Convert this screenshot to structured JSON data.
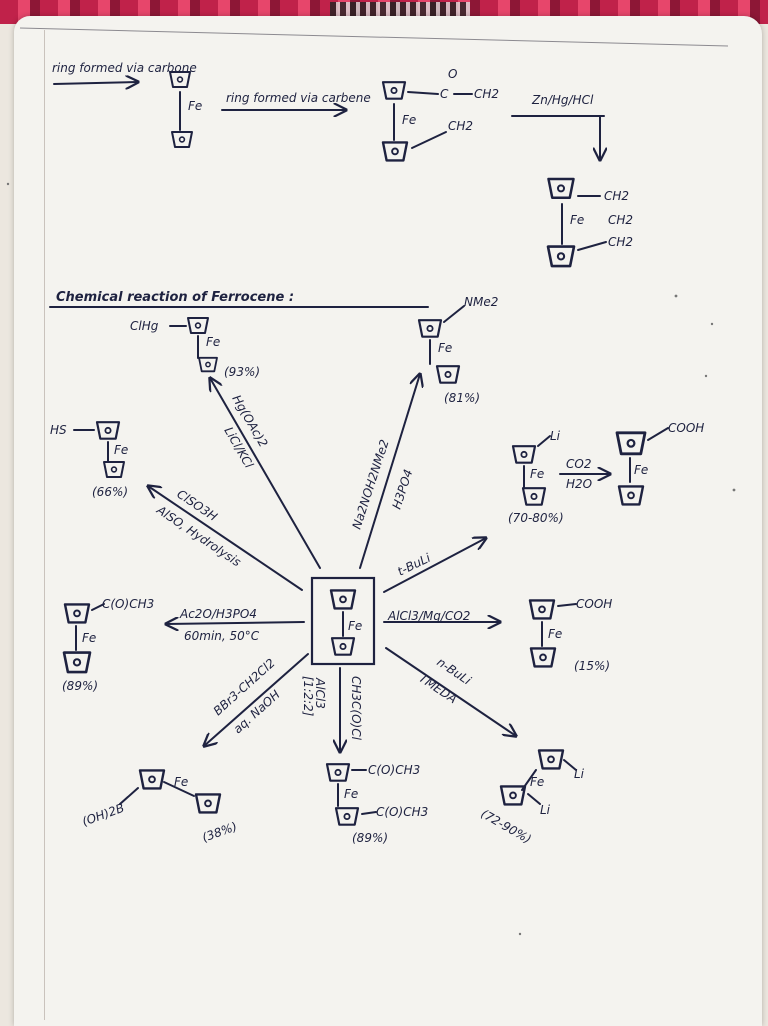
{
  "top": {
    "side_label": "ring formed via carbone",
    "arrow_label": "ring formed via carbene",
    "ketone_o": "O",
    "ketone_c": "C",
    "ketone_ch2_top": "CH2",
    "ketone_ch2_bottom": "CH2",
    "reagent": "Zn/Hg/HCl",
    "prod_ch2_1": "CH2",
    "prod_ch2_2": "CH2",
    "prod_ch2_3": "CH2",
    "fe": "Fe"
  },
  "section_title": "Chemical reaction of Ferrocene :",
  "center_fe": "Fe",
  "reactions": {
    "hg": {
      "reagent1": "Hg(OAc)2",
      "reagent2": "LiCl/KCl",
      "substituent": "ClHg",
      "yield": "(93%)"
    },
    "amine": {
      "reagent1": "Na2NOH2NMe2",
      "reagent2": "H3PO4",
      "substituent": "NMe2",
      "yield": "(81%)"
    },
    "thiol": {
      "reagent1": "ClSO3H",
      "reagent2": "AlSO, Hydrolysis",
      "substituent": "HS",
      "yield": "(66%)"
    },
    "lithium": {
      "reagent": "t-BuLi",
      "substituent": "Li",
      "yield": "(70-80%)",
      "co2_top": "CO2",
      "co2_bottom": "H2O",
      "acid": "COOH"
    },
    "acetyl": {
      "reagent1": "Ac2O/H3PO4",
      "reagent2": "60min, 50°C",
      "substituent": "C(O)CH3",
      "yield": "(89%)"
    },
    "carboxyl": {
      "reagent": "AlCl3/Mg/CO2",
      "substituent": "COOH",
      "yield": "(15%)"
    },
    "boron": {
      "reagent1": "BBr3-CH2Cl2",
      "reagent2": "aq. NaOH",
      "substituent": "(OH)2B",
      "yield": "(38%)"
    },
    "diacetyl": {
      "reagent1": "CH3C(O)Cl",
      "reagent2": "AlCl3",
      "reagent3": "[1:2:2]",
      "sub_top": "C(O)CH3",
      "sub_bottom": "C(O)CH3",
      "yield": "(89%)"
    },
    "dilithium": {
      "reagent1": "n-BuLi",
      "reagent2": "TMEDA",
      "li_top": "Li",
      "li_bottom": "Li",
      "yield": "(72-90%)"
    }
  }
}
